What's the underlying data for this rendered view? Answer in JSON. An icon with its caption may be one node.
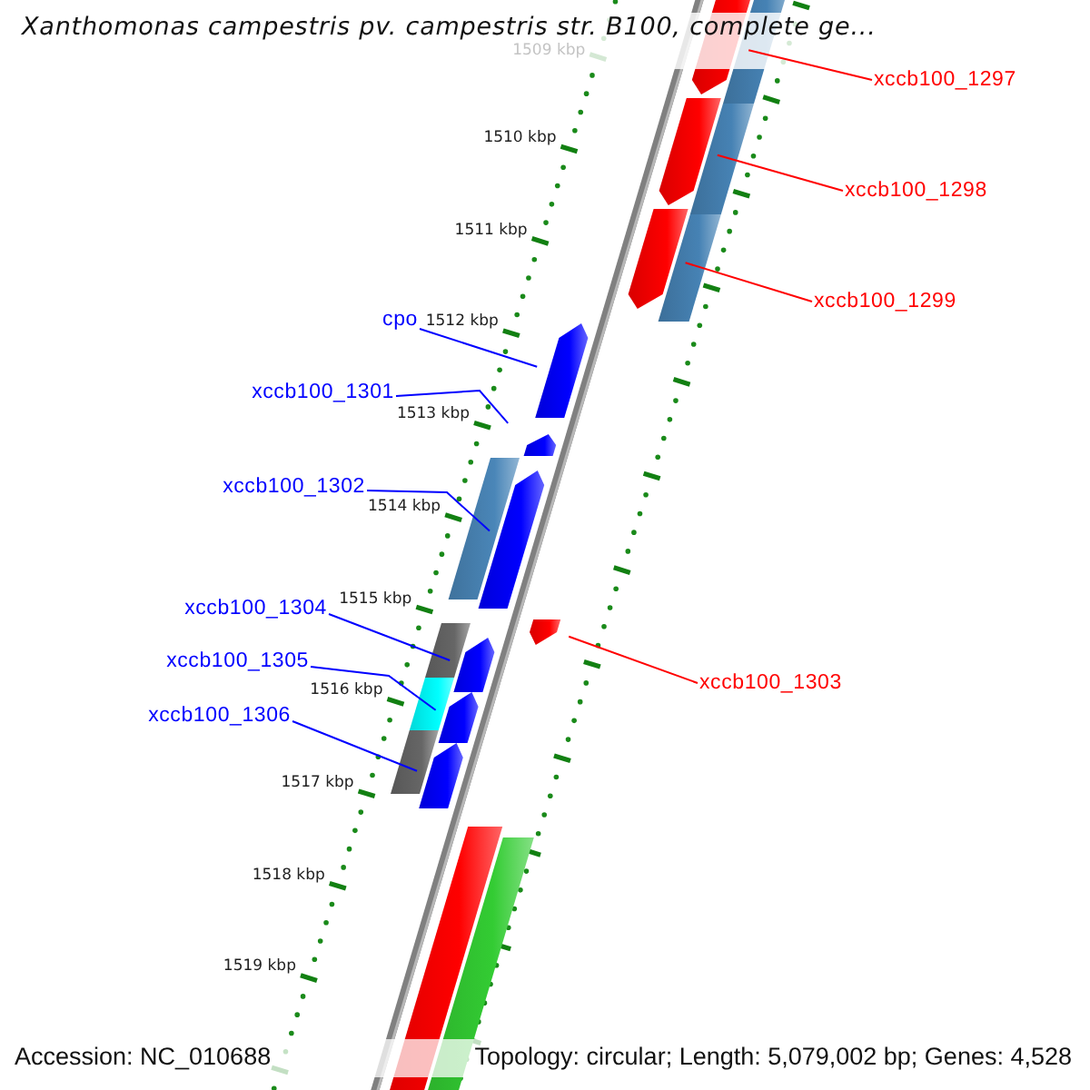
{
  "diagram": {
    "title": "Xanthomonas campestris pv. campestris str. B100, complete ge...",
    "nodes": [
      {
        "text": [
          "xccb100_1297"
        ]
      },
      {
        "text": [
          "xccb100_1298"
        ]
      },
      {
        "text": [
          "xccb100_1299"
        ]
      },
      {
        "text": [
          "cpo"
        ]
      },
      {
        "text": [
          "xccb100_1301"
        ]
      },
      {
        "text": [
          "xccb100_1302"
        ]
      },
      {
        "text": [
          "xccb100_1304"
        ]
      },
      {
        "text": [
          "xccb100_1305"
        ]
      },
      {
        "text": [
          "xccb100_1303"
        ]
      },
      {
        "text": [
          "xccb100_1306"
        ]
      }
    ],
    "edges": [
      {
        "from": 0,
        "to": null,
        "arrow": "none",
        "color": "#ff0000"
      },
      {
        "from": 1,
        "to": null,
        "arrow": "none",
        "color": "#ff0000"
      },
      {
        "from": 2,
        "to": null,
        "arrow": "none",
        "color": "#ff0000"
      },
      {
        "from": 3,
        "to": null,
        "arrow": "none"
      },
      {
        "from": 4,
        "to": null,
        "arrow": "none"
      },
      {
        "from": 5,
        "to": null,
        "arrow": "none"
      },
      {
        "from": 6,
        "to": null,
        "arrow": "none"
      },
      {
        "from": 7,
        "to": null,
        "arrow": "none"
      },
      {
        "from": 8,
        "to": null,
        "arrow": "none",
        "color": "#ff0000"
      },
      {
        "from": 9,
        "to": null,
        "arrow": "none"
      }
    ],
    "labels": [
      "1509 kbp",
      "1510 kbp",
      "1511 kbp",
      "1512 kbp",
      "1513 kbp",
      "1514 kbp",
      "1515 kbp",
      "1516 kbp",
      "1517 kbp",
      "1518 kbp",
      "1519 kbp",
      "Accession: NC_010688",
      "Topology: circular; Length: 5,079,002 bp; Genes: 4,528"
    ]
  }
}
